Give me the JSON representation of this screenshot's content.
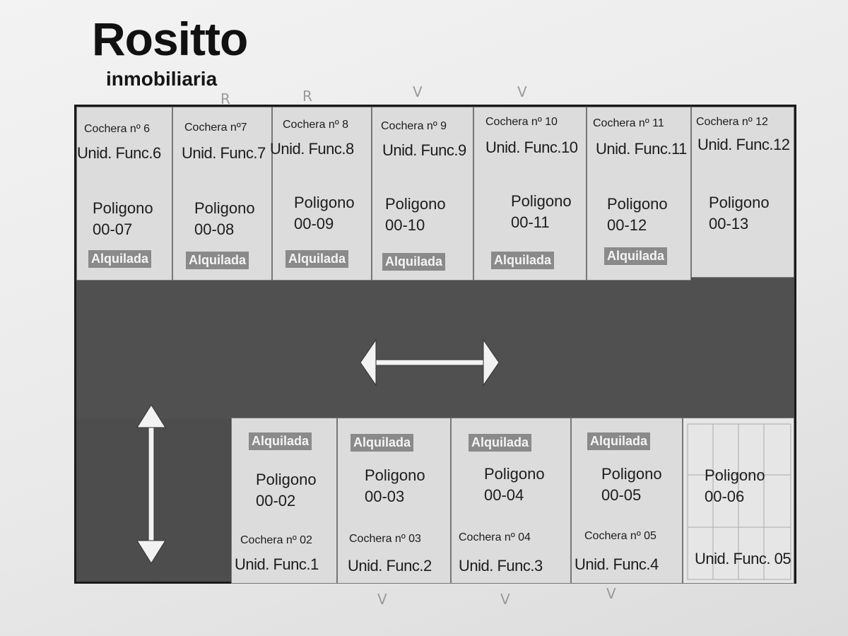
{
  "brand": {
    "name": "Rositto",
    "subtitle": "inmobiliaria"
  },
  "top_units": [
    {
      "cochera": "Cochera nº 6",
      "func": "Unid. Func.6",
      "poly1": "Poligono",
      "poly2": "00-07",
      "status": "Alquilada"
    },
    {
      "cochera": "Cochera nº7",
      "func": "Unid. Func.7",
      "poly1": "Poligono",
      "poly2": "00-08",
      "status": "Alquilada"
    },
    {
      "cochera": "Cochera nº 8",
      "func": "Unid. Func.8",
      "poly1": "Poligono",
      "poly2": "00-09",
      "status": "Alquilada"
    },
    {
      "cochera": "Cochera nº 9",
      "func": "Unid. Func.9",
      "poly1": "Poligono",
      "poly2": "00-10",
      "status": "Alquilada"
    },
    {
      "cochera": "Cochera nº 10",
      "func": "Unid. Func.10",
      "poly1": "Poligono",
      "poly2": "00-11",
      "status": "Alquilada"
    },
    {
      "cochera": "Cochera nº 11",
      "func": "Unid. Func.11",
      "poly1": "Poligono",
      "poly2": "00-12",
      "status": "Alquilada"
    },
    {
      "cochera": "Cochera nº 12",
      "func": "Unid. Func.12",
      "poly1": "Poligono",
      "poly2": "00-13",
      "status": ""
    }
  ],
  "bottom_units": [
    {
      "cochera": "Cochera nº 02",
      "func": "Unid. Func.1",
      "poly1": "Poligono",
      "poly2": "00-02",
      "status": "Alquilada"
    },
    {
      "cochera": "Cochera nº 03",
      "func": "Unid. Func.2",
      "poly1": "Poligono",
      "poly2": "00-03",
      "status": "Alquilada"
    },
    {
      "cochera": "Cochera nº 04",
      "func": "Unid. Func.3",
      "poly1": "Poligono",
      "poly2": "00-04",
      "status": "Alquilada"
    },
    {
      "cochera": "Cochera nº 05",
      "func": "Unid. Func.4",
      "poly1": "Poligono",
      "poly2": "00-05",
      "status": "Alquilada"
    },
    {
      "cochera": "",
      "func": "Unid. Func. 05",
      "poly1": "Poligono",
      "poly2": "00-06",
      "status": ""
    }
  ],
  "hand_marks": {
    "top": [
      "R",
      "R",
      "V",
      "V"
    ],
    "bottom": [
      "V",
      "V",
      "V"
    ]
  },
  "colors": {
    "lane": "#505050",
    "unit": "#dcdcdc",
    "badge": "#8a8a8a",
    "arrow": "#f2f2f2"
  },
  "icons": [
    "double-arrow-horizontal-icon",
    "double-arrow-vertical-icon"
  ]
}
